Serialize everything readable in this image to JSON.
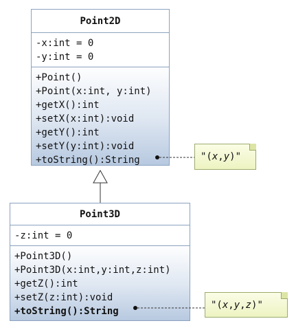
{
  "point2d": {
    "name": "Point2D",
    "attributes": [
      "-x:int = 0",
      "-y:int = 0"
    ],
    "operations": [
      "+Point()",
      "+Point(x:int, y:int)",
      "+getX():int",
      "+setX(x:int):void",
      "+getY():int",
      "+setY(y:int):void",
      "+toString():String"
    ]
  },
  "point3d": {
    "name": "Point3D",
    "attributes": [
      "-z:int = 0"
    ],
    "operations": [
      "+Point3D()",
      "+Point3D(x:int,y:int,z:int)",
      "+getZ():int",
      "+setZ(z:int):void",
      "+toString():String"
    ]
  },
  "notes": {
    "point2d_tostring": {
      "open": "\"(",
      "v1": "x",
      "sep1": ",",
      "v2": "y",
      "close": ")\""
    },
    "point3d_tostring": {
      "open": "\"(",
      "v1": "x",
      "sep1": ",",
      "v2": "y",
      "sep2": ",",
      "v3": "z",
      "close": ")\""
    }
  },
  "colors": {
    "class_border": "#8aa1bf",
    "class_gradient_bottom": "#b7c9e0",
    "note_fill": "#f3f6d2",
    "note_border": "#9aab6c"
  }
}
